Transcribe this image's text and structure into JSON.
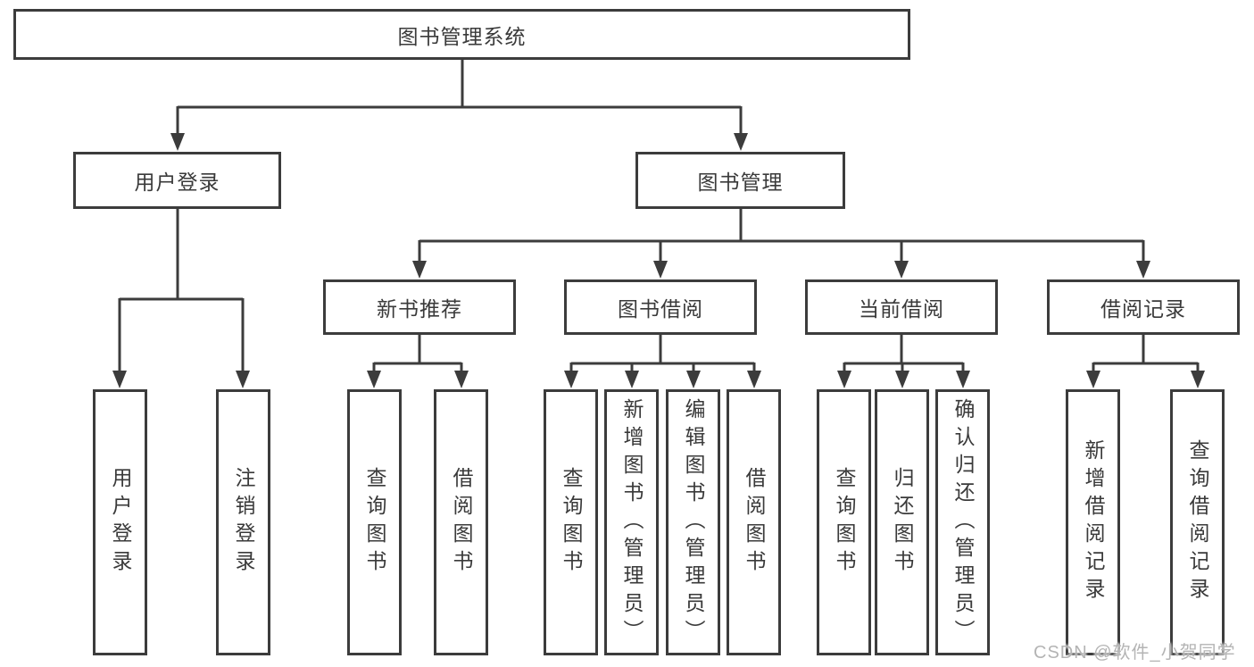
{
  "tree": {
    "root": {
      "label": "图书管理系统"
    },
    "branches": [
      {
        "label": "用户登录",
        "children": [
          "用户登录",
          "注销登录"
        ]
      },
      {
        "label": "图书管理"
      }
    ],
    "modules": [
      {
        "label": "新书推荐",
        "children": [
          "查询图书",
          "借阅图书"
        ]
      },
      {
        "label": "图书借阅",
        "children": [
          "查询图书",
          "新增图书（管理员）",
          "编辑图书（管理员）",
          "借阅图书"
        ]
      },
      {
        "label": "当前借阅",
        "children": [
          "查询图书",
          "归还图书",
          "确认归还（管理员）"
        ]
      },
      {
        "label": "借阅记录",
        "children": [
          "新增借阅记录",
          "查询借阅记录"
        ]
      }
    ]
  },
  "watermark": "CSDN @软件_小贺同学",
  "colors": {
    "line": "#3c3c3c",
    "text": "#3a3a3a",
    "background": "#ffffff",
    "watermark": "#b4b4b4"
  }
}
